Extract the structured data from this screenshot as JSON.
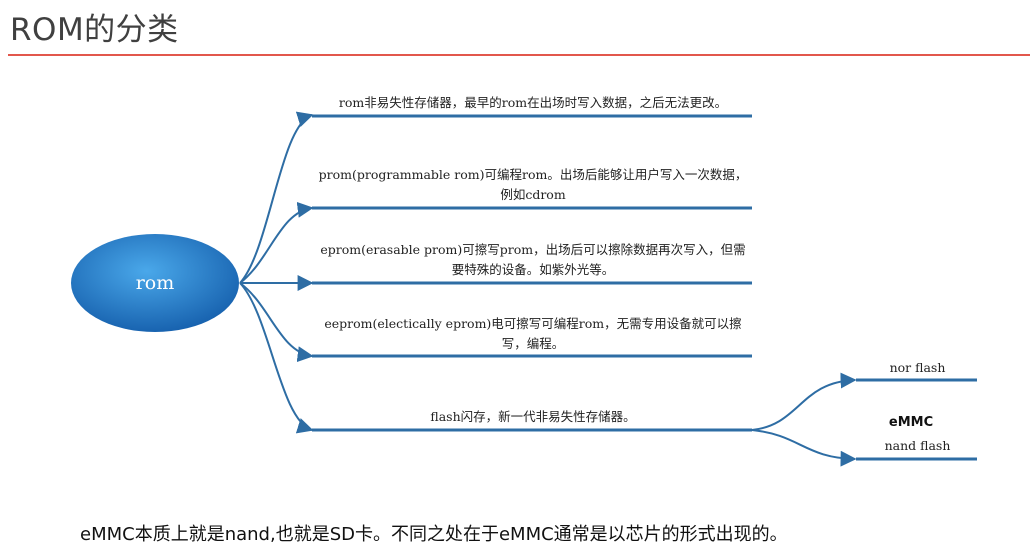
{
  "title": "ROM的分类",
  "root": {
    "label": "rom"
  },
  "branches": [
    {
      "label": "rom非易失性存储器，最早的rom在出场时写入数据，之后无法更改。"
    },
    {
      "label": "prom(programmable rom)可编程rom。出场后能够让用户写入一次数据，例如cdrom"
    },
    {
      "label": "eprom(erasable prom)可擦写prom，出场后可以擦除数据再次写入，但需要特殊的设备。如紫外光等。"
    },
    {
      "label": "eeprom(electically eprom)电可擦写可编程rom，无需专用设备就可以擦写，编程。"
    },
    {
      "label": "flash闪存，新一代非易失性存储器。"
    }
  ],
  "flash_children": [
    {
      "label": "nor flash"
    },
    {
      "label": "nand flash",
      "note": "eMMC"
    }
  ],
  "footer": "eMMC本质上就是nand,也就是SD卡。不同之处在于eMMC通常是以芯片的形式出现的。",
  "colors": {
    "line": "#2e6da4",
    "node_dark": "#1a5fa8",
    "node_light": "#3b9ee2",
    "rule": "#e2574c"
  }
}
